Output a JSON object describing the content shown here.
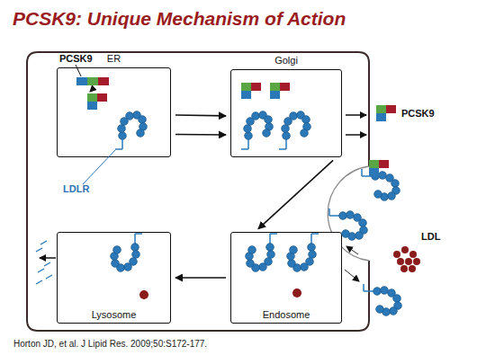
{
  "diagram": {
    "title": "PCSK9: Unique Mechanism of Action",
    "caption": "Horton JD, et al. J Lipid Res. 2009;50:S172-177.",
    "nodes": [
      {
        "text": [
          "ER"
        ]
      },
      {
        "text": [
          "Golgi"
        ]
      },
      {
        "text": [
          "Lysosome"
        ]
      },
      {
        "text": [
          "Endosome"
        ]
      }
    ],
    "edges": [
      {
        "from": 0,
        "to": 1,
        "arrow": "to"
      },
      {
        "from": 0,
        "to": 1,
        "arrow": "to"
      },
      {
        "from": 1,
        "to": 3,
        "arrow": "to"
      },
      {
        "from": 3,
        "to": 2,
        "arrow": "to"
      }
    ],
    "labels": [
      "PCSK9",
      "LDLR",
      "PCSK9",
      "LDL"
    ]
  }
}
